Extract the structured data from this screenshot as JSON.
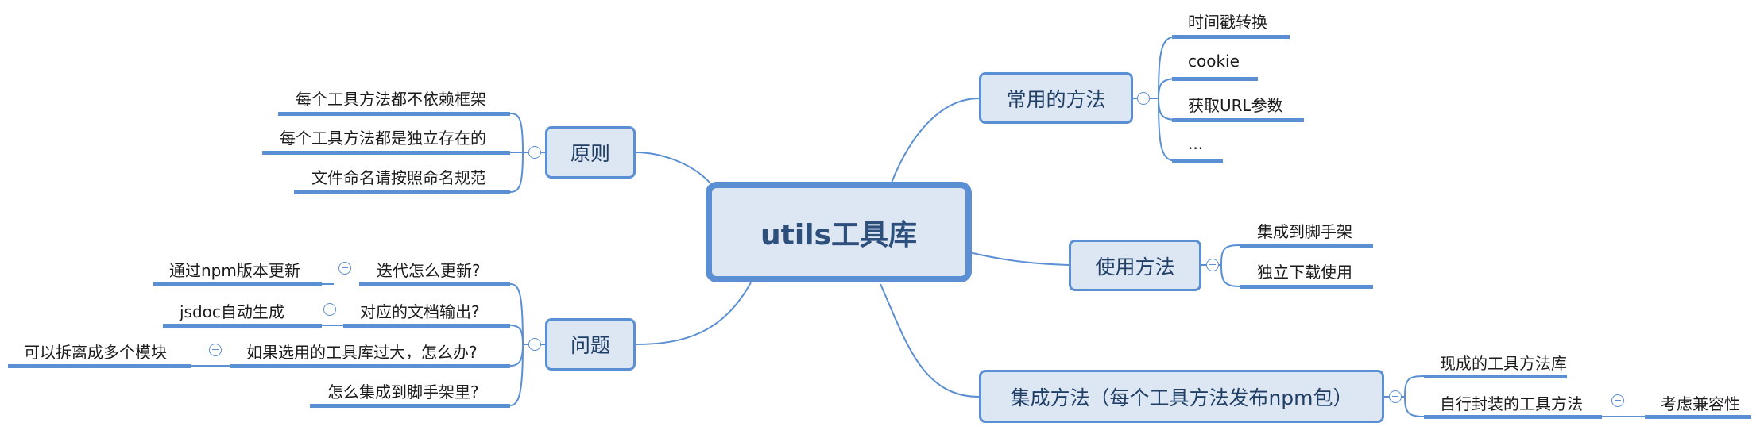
{
  "root": {
    "label": "utils工具库"
  },
  "common_methods": {
    "label": "常用的方法",
    "items": [
      "时间戳转换",
      "cookie",
      "获取URL参数",
      "..."
    ]
  },
  "usage": {
    "label": "使用方法",
    "items": [
      "集成到脚手架",
      "独立下载使用"
    ]
  },
  "integration": {
    "label": "集成方法（每个工具方法发布npm包）",
    "items": [
      "现成的工具方法库",
      "自行封装的工具方法"
    ],
    "sub": "考虑兼容性"
  },
  "principles": {
    "label": "原则",
    "items": [
      "每个工具方法都不依赖框架",
      "每个工具方法都是独立存在的",
      "文件命名请按照命名规范"
    ]
  },
  "questions": {
    "label": "问题",
    "items": [
      {
        "label": "迭代怎么更新?",
        "answer": "通过npm版本更新"
      },
      {
        "label": "对应的文档输出?",
        "answer": "jsdoc自动生成"
      },
      {
        "label": "如果选用的工具库过大，怎么办?",
        "answer": "可以拆离成多个模块"
      },
      {
        "label": "怎么集成到脚手架里?"
      }
    ]
  }
}
